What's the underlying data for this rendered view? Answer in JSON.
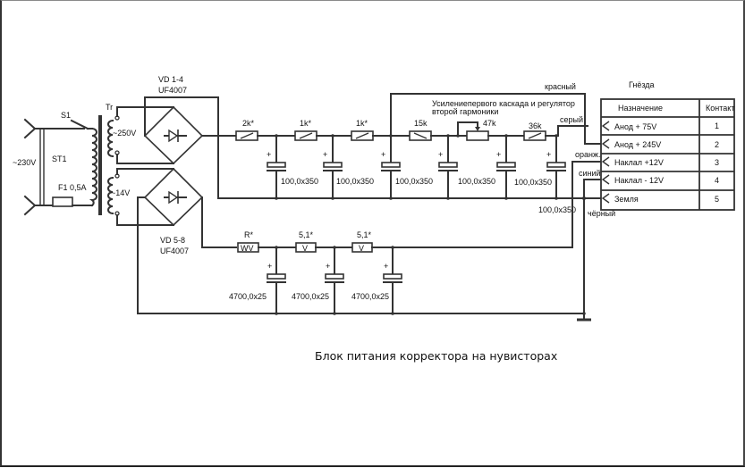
{
  "title": "Блок питания корректора на нувисторах",
  "mains": {
    "voltage_label": "~230V",
    "cable_label": "ST1",
    "switch_label": "S1",
    "fuse_label": "F1 0,5A"
  },
  "transformer": {
    "label": "Tr",
    "secondary_high": "~250V",
    "secondary_low": "~14V"
  },
  "bridges": [
    {
      "name": "VD 1-4",
      "type": "UF4007"
    },
    {
      "name": "VD 5-8",
      "type": "UF4007"
    }
  ],
  "anode_filter": {
    "resistors": [
      "2k*",
      "1k*",
      "1k*",
      "15k",
      "47k",
      "36k"
    ],
    "capacitors": [
      "100,0x350",
      "100,0x350",
      "100,0x350",
      "100,0x350",
      "100,0x350",
      "100,0x350"
    ],
    "capacitor_polarity": "+",
    "note": "Усилениепервого каскада и регулятор второй гармоники",
    "note_line1": "Усилениепервого каскада и регулятор",
    "note_line2": "второй гармоники"
  },
  "heater_filter": {
    "resistors": [
      "R*",
      "5,1*",
      "5,1*"
    ],
    "resistor_glyphs": [
      "WV",
      "V",
      "V"
    ],
    "capacitors": [
      "4700,0x25",
      "4700,0x25",
      "4700,0x25"
    ],
    "capacitor_polarity": "+"
  },
  "wires": {
    "red": "красный",
    "grey": "серый",
    "orange": "оранж.",
    "blue": "синий",
    "black": "чёрный"
  },
  "connector_table": {
    "title": "Гнёзда",
    "headers": [
      "Назначение",
      "Контакт"
    ],
    "rows": [
      {
        "purpose": "Анод + 75V",
        "contact": "1"
      },
      {
        "purpose": "Анод + 245V",
        "contact": "2"
      },
      {
        "purpose": "Наклал +12V",
        "contact": "3"
      },
      {
        "purpose": "Наклал - 12V",
        "contact": "4"
      },
      {
        "purpose": "Земля",
        "contact": "5"
      }
    ]
  }
}
